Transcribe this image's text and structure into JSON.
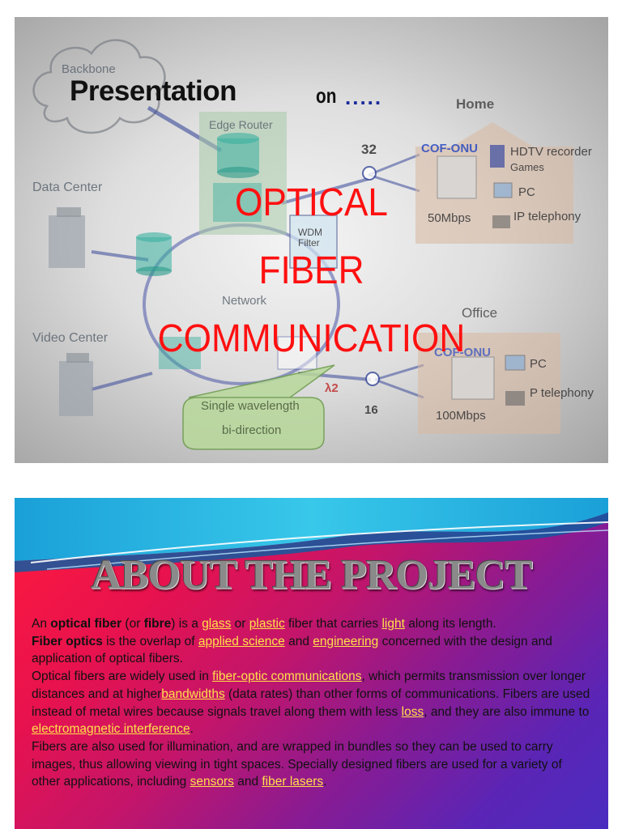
{
  "slide1": {
    "diagram_labels": {
      "backbone": "Backbone",
      "edge_router": "Edge Router",
      "home": "Home",
      "cof_onu_home": "COF-ONU",
      "hdtv": "HDTV recorder",
      "games": "Games",
      "pc_home": "PC",
      "ip_telephony_home": "IP telephony",
      "speed_home": "50Mbps",
      "count_32": "32",
      "data_center": "Data Center",
      "wdm_filter": "WDM Filter",
      "network": "Network",
      "office": "Office",
      "video_center": "Video Center",
      "cof_onu_office": "COF-ONU",
      "pc_office": "PC",
      "ip_telephony_office": "P telephony",
      "speed_office": "100Mbps",
      "count_16": "16",
      "lambda2": "λ2",
      "callout_line1": "Single wavelength",
      "callout_line2": "bi-direction"
    },
    "presentation": "Presentation",
    "on": "on",
    "dots": ".....",
    "title_line1": "OPTICAL",
    "title_line2": "FIBER",
    "title_line3": "COMMUNICATION"
  },
  "slide2": {
    "title": "ABOUT THE PROJECT",
    "p1": {
      "t1": "An ",
      "b1": "optical fiber",
      "t2": " (or ",
      "b2": "fibre",
      "t3": ") is a ",
      "l1": "glass",
      "t4": " or ",
      "l2": "plastic",
      "t5": " fiber that carries ",
      "l3": "light",
      "t6": " along its length."
    },
    "p2": {
      "b1": "Fiber optics",
      "t1": " is the overlap of ",
      "l1": "applied science",
      "t2": " and ",
      "l2": "engineering",
      "t3": " concerned with the design and application of optical fibers."
    },
    "p3": {
      "t1": "Optical fibers are widely used in ",
      "l1": "fiber-optic communications",
      "t2": ", which permits transmission over longer distances and at higher",
      "l2": "bandwidths",
      "t3": " (data rates) than other forms of communications. Fibers are used instead of metal wires because signals travel along them with less ",
      "l3": "loss",
      "t4": ", and they are also immune to ",
      "l4": "electromagnetic interference",
      "t5": "."
    },
    "p4": {
      "t1": "Fibers are also used for illumination, and are wrapped in bundles so they can be used to carry images, thus allowing viewing in tight spaces. Specially designed fibers are used for a variety of other applications, including ",
      "l1": "sensors",
      "t2": " and ",
      "l2": "fiber lasers",
      "t3": "."
    }
  }
}
